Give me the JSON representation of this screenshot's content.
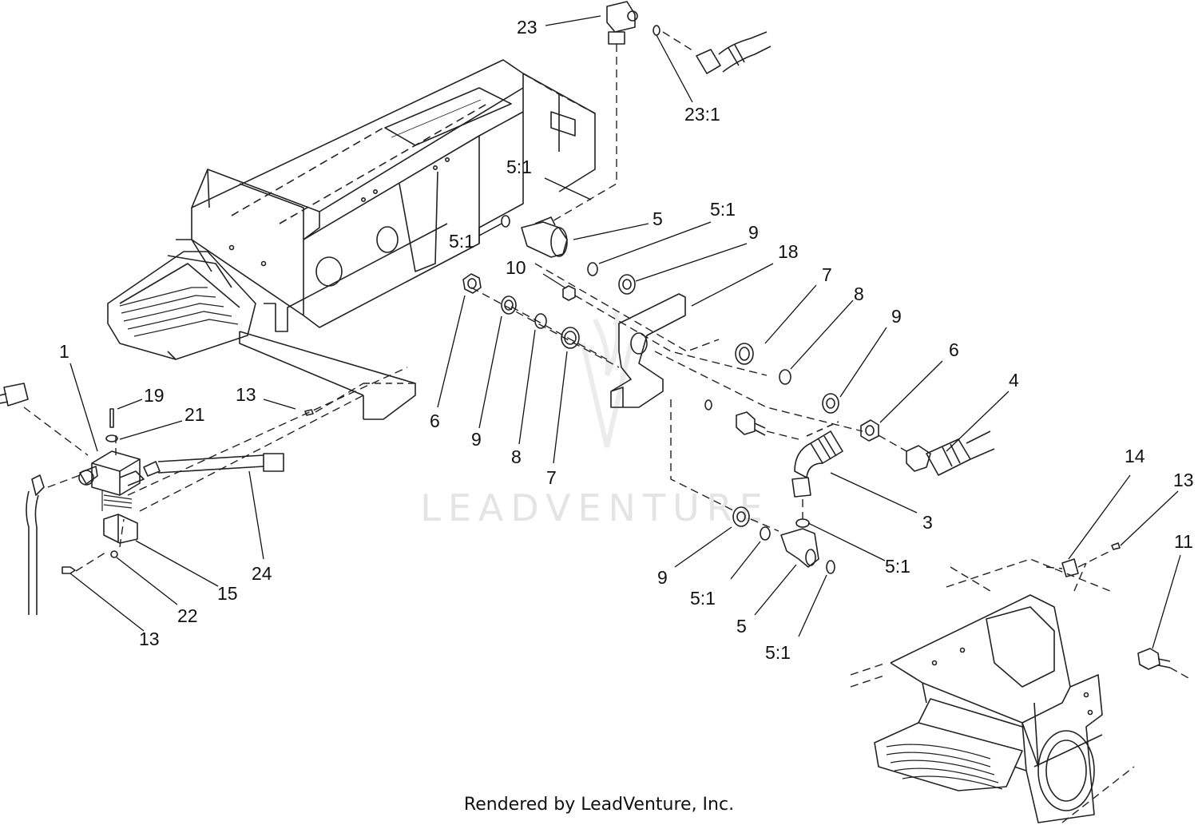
{
  "watermark": "LEADVENTURE",
  "footer": "Rendered by LeadVenture, Inc.",
  "callouts": [
    {
      "id": "c23",
      "text": "23"
    },
    {
      "id": "c23_1",
      "text": "23:1"
    },
    {
      "id": "c5_1a",
      "text": "5:1"
    },
    {
      "id": "c5_1b",
      "text": "5:1"
    },
    {
      "id": "c5a",
      "text": "5"
    },
    {
      "id": "c5_1c",
      "text": "5:1"
    },
    {
      "id": "c9a",
      "text": "9"
    },
    {
      "id": "c10",
      "text": "10"
    },
    {
      "id": "c18",
      "text": "18"
    },
    {
      "id": "c7a",
      "text": "7"
    },
    {
      "id": "c8a",
      "text": "8"
    },
    {
      "id": "c9b",
      "text": "9"
    },
    {
      "id": "c6a",
      "text": "6"
    },
    {
      "id": "c4",
      "text": "4"
    },
    {
      "id": "c1",
      "text": "1"
    },
    {
      "id": "c19",
      "text": "19"
    },
    {
      "id": "c21",
      "text": "21"
    },
    {
      "id": "c13a",
      "text": "13"
    },
    {
      "id": "c6b",
      "text": "6"
    },
    {
      "id": "c9c",
      "text": "9"
    },
    {
      "id": "c8b",
      "text": "8"
    },
    {
      "id": "c7b",
      "text": "7"
    },
    {
      "id": "c3",
      "text": "3"
    },
    {
      "id": "c14",
      "text": "14"
    },
    {
      "id": "c13b",
      "text": "13"
    },
    {
      "id": "c11",
      "text": "11"
    },
    {
      "id": "c24",
      "text": "24"
    },
    {
      "id": "c15",
      "text": "15"
    },
    {
      "id": "c22",
      "text": "22"
    },
    {
      "id": "c13c",
      "text": "13"
    },
    {
      "id": "c9d",
      "text": "9"
    },
    {
      "id": "c5_1d",
      "text": "5:1"
    },
    {
      "id": "c5_1e",
      "text": "5:1"
    },
    {
      "id": "c5b",
      "text": "5"
    },
    {
      "id": "c5_1f",
      "text": "5:1"
    }
  ]
}
